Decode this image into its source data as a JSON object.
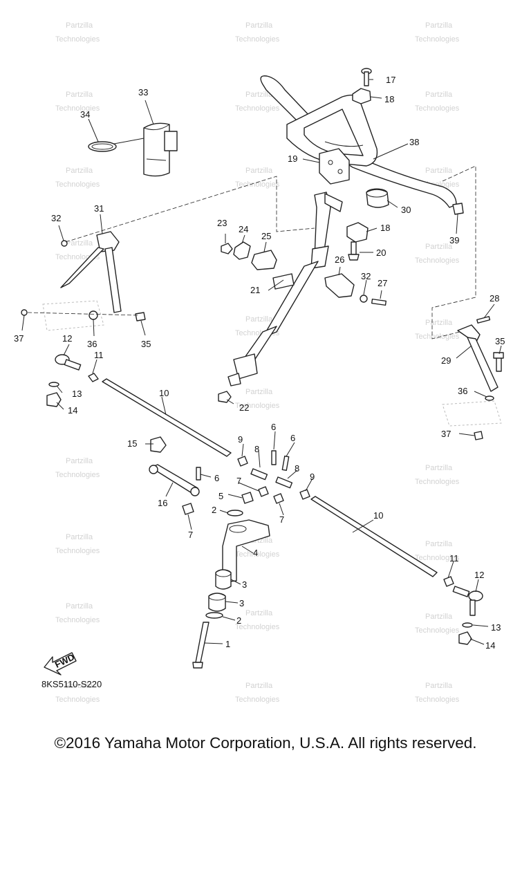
{
  "diagram": {
    "code": "8KS5110-S220",
    "fwd_label": "FWD",
    "copyright": "©2016 Yamaha Motor Corporation, U.S.A. All rights reserved.",
    "watermark_line1": "Partzilla",
    "watermark_line2": "Technologies",
    "callouts": {
      "c1": "1",
      "c2a": "2",
      "c2b": "2",
      "c3a": "3",
      "c3b": "3",
      "c4": "4",
      "c5": "5",
      "c6a": "6",
      "c6b": "6",
      "c6c": "6",
      "c7a": "7",
      "c7b": "7",
      "c7c": "7",
      "c8a": "8",
      "c8b": "8",
      "c9a": "9",
      "c9b": "9",
      "c10a": "10",
      "c10b": "10",
      "c11a": "11",
      "c11b": "11",
      "c12a": "12",
      "c12b": "12",
      "c13a": "13",
      "c13b": "13",
      "c14a": "14",
      "c14b": "14",
      "c15": "15",
      "c16": "16",
      "c17": "17",
      "c18a": "18",
      "c18b": "18",
      "c19": "19",
      "c20": "20",
      "c21": "21",
      "c22": "22",
      "c23": "23",
      "c24": "24",
      "c25": "25",
      "c26": "26",
      "c27": "27",
      "c28": "28",
      "c29": "29",
      "c30": "30",
      "c31": "31",
      "c32a": "32",
      "c32b": "32",
      "c33": "33",
      "c34": "34",
      "c35a": "35",
      "c35b": "35",
      "c36a": "36",
      "c36b": "36",
      "c37a": "37",
      "c37b": "37",
      "c38": "38",
      "c39": "39"
    }
  }
}
